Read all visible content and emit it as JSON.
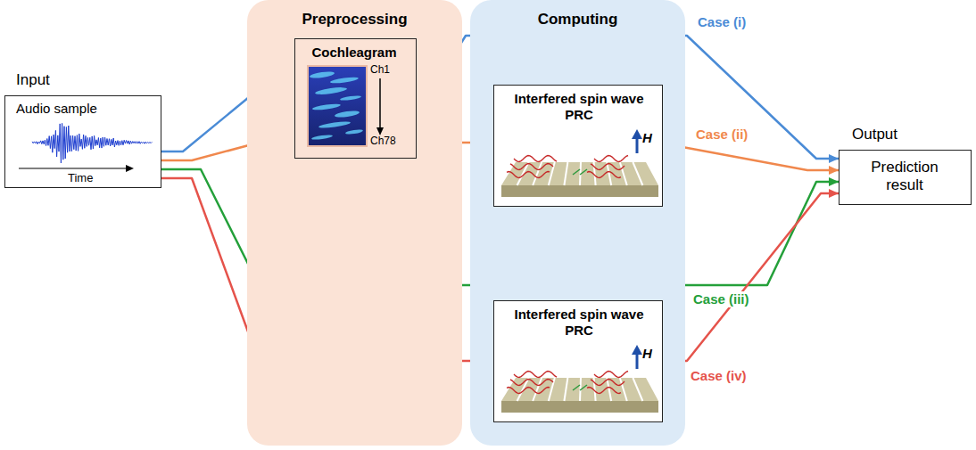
{
  "diagram": {
    "nodes": [
      {
        "text": [
          "Input",
          "Audio sample",
          "Time"
        ]
      },
      {
        "text": [
          "Preprocessing"
        ]
      },
      {
        "text": [
          "Cochleagram",
          "Ch1",
          "Ch78"
        ],
        "in": 1
      },
      {
        "text": [
          "Computing"
        ]
      },
      {
        "text": [
          "Interfered spin wave PRC",
          "H"
        ],
        "in": 3
      },
      {
        "text": [
          "Interfered spin wave PRC",
          "H"
        ],
        "in": 3
      },
      {
        "text": [
          "Output",
          "Prediction result"
        ]
      }
    ],
    "edges": [
      {
        "from": 0,
        "to": 2,
        "arrow": "none"
      },
      {
        "from": 2,
        "to": 6,
        "label": "Case (i)",
        "arrow": "to"
      },
      {
        "from": 0,
        "to": 2,
        "arrow": "none"
      },
      {
        "from": 2,
        "to": 4,
        "arrow": "none"
      },
      {
        "from": 4,
        "to": 6,
        "label": "Case (ii)",
        "arrow": "to"
      },
      {
        "from": 0,
        "to": 6,
        "label": "Case (iii)",
        "arrow": "to"
      },
      {
        "from": 0,
        "to": 5,
        "arrow": "none"
      },
      {
        "from": 5,
        "to": 6,
        "label": "Case (iv)",
        "arrow": "to"
      }
    ]
  }
}
